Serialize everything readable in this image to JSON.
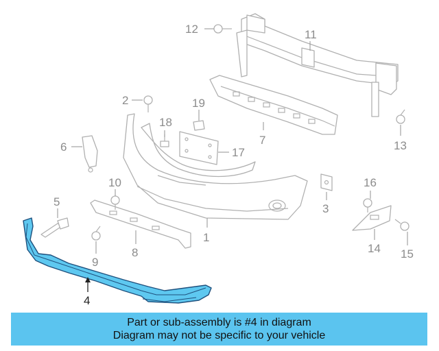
{
  "callouts": {
    "c1": "1",
    "c2": "2",
    "c3": "3",
    "c4": "4",
    "c5": "5",
    "c6": "6",
    "c7": "7",
    "c8": "8",
    "c9": "9",
    "c10": "10",
    "c11": "11",
    "c12": "12",
    "c13": "13",
    "c14": "14",
    "c15": "15",
    "c16": "16",
    "c17": "17",
    "c18": "18",
    "c19": "19"
  },
  "highlight": {
    "part_number": "4",
    "color": "#5ec8f0",
    "outline_color": "#1e4f7c"
  },
  "banner": {
    "line1": "Part or sub-assembly is #4 in diagram",
    "line2": "Diagram may not be specific to your vehicle",
    "color": "#5bc4ef"
  }
}
